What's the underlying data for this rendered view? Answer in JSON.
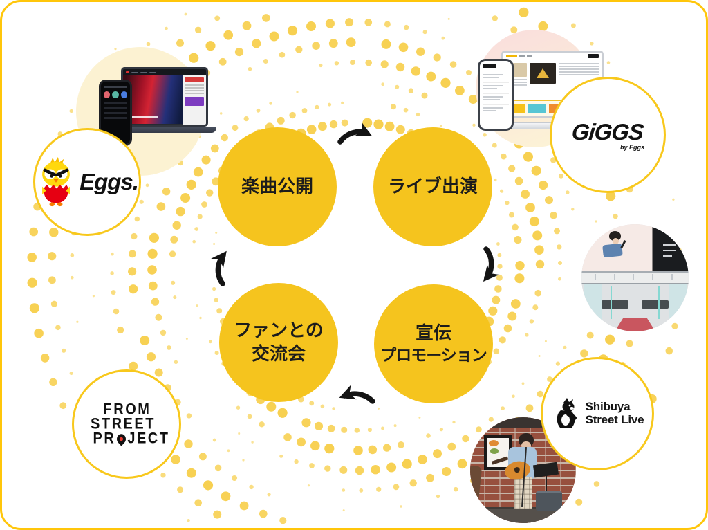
{
  "cycle": {
    "steps": [
      {
        "id": "music-release",
        "lines": [
          "楽曲公開"
        ]
      },
      {
        "id": "live-appearance",
        "lines": [
          "ライブ出演"
        ]
      },
      {
        "id": "promotion",
        "lines": [
          "宣伝",
          "プロモーション"
        ]
      },
      {
        "id": "fan-meetup",
        "lines": [
          "ファンとの",
          "交流会"
        ]
      }
    ]
  },
  "logos": {
    "eggs": {
      "text": "Eggs."
    },
    "giggs": {
      "text": "GiGGS",
      "byline": "by Eggs"
    },
    "shibuya": {
      "line1": "Shibuya",
      "line2": "Street Live"
    },
    "from_street_project": {
      "line1": "FROM",
      "line2": "STREET",
      "line3": "PROJECT"
    }
  },
  "icons": {
    "eggs_mascot": "chick-icon",
    "shibuya_mascot": "goat-mascot-icon",
    "project_pin": "map-pin-icon",
    "cycle_arrows": "curved-arrow-icon"
  },
  "colors": {
    "accent_yellow": "#F5C41E",
    "dot_yellow": "#F7CE48",
    "border_yellow": "#FFC60A",
    "badge_border": "#F8C81C",
    "arrow_black": "#141414"
  }
}
